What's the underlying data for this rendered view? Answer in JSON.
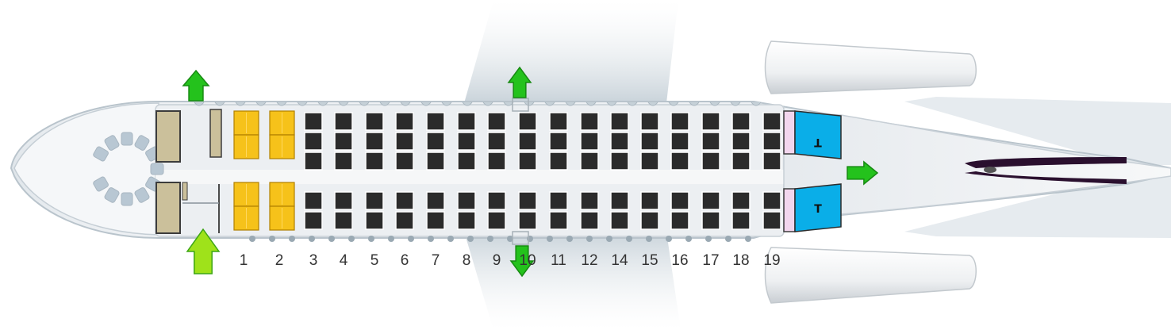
{
  "aircraft": {
    "colors": {
      "fuselage": "#dde3e8",
      "fuselage_edge": "#b7c2ca",
      "cabin_floor": "#e9ecef",
      "wing": "#d9e1e7",
      "engine": "#f4f5f6",
      "tail_stripe": "#2a0f2e",
      "galley": "#cbc09b",
      "galley_edge": "#3c3c3c",
      "premium_seat": "#f6c21a",
      "premium_seat_edge": "#b07f00",
      "standard_seat": "#2b2b2b",
      "lavatory": "#0aaee8",
      "lavatory_door": "#f3d6ee",
      "exit_arrow": "#24c21c",
      "exit_arrow_edge": "#178a12",
      "door_exit_arrow": "#9fe21a",
      "door_exit_arrow_edge": "#3ca514",
      "cockpit_window": "#b8c7d3"
    },
    "seat_types": [
      "premium",
      "standard"
    ],
    "lavatory_label": "T",
    "lavatories": [
      "T",
      "T"
    ],
    "exit_icon": "exit-arrow-icon",
    "row_labels": [
      "1",
      "2",
      "3",
      "4",
      "5",
      "6",
      "7",
      "8",
      "9",
      "10",
      "11",
      "12",
      "14",
      "15",
      "16",
      "17",
      "18",
      "19"
    ]
  }
}
